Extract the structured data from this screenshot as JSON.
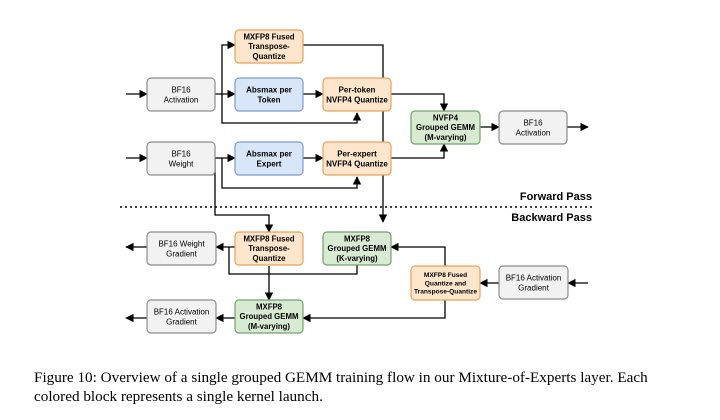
{
  "colors": {
    "orange_fill": "#fde6cc",
    "orange_stroke": "#e8a25a",
    "blue_fill": "#d7e6f8",
    "blue_stroke": "#7d9dcc",
    "green_fill": "#d9ead3",
    "green_stroke": "#6fa36a",
    "gray_fill": "#f2f2f2",
    "gray_stroke": "#8c8c8c",
    "line": "#000000"
  },
  "labels": {
    "forward": "Forward Pass",
    "backward": "Backward Pass"
  },
  "caption": "Figure 10: Overview of a single grouped GEMM training flow in our Mixture-of-Experts layer. Each colored block represents a single kernel launch.",
  "nodes": [
    {
      "id": "bf16-activation-in",
      "color": "gray",
      "lines": [
        "BF16",
        "Activation"
      ]
    },
    {
      "id": "mxfp8-fused-tq-fwd",
      "color": "orange",
      "lines": [
        "MXFP8 Fused",
        "Transpose-",
        "Quantize"
      ]
    },
    {
      "id": "absmax-token",
      "color": "blue",
      "lines": [
        "Absmax per",
        "Token"
      ]
    },
    {
      "id": "per-token-nvfp4",
      "color": "orange",
      "lines": [
        "Per-token",
        "NVFP4 Quantize"
      ]
    },
    {
      "id": "nvfp4-grouped-gemm",
      "color": "green",
      "lines": [
        "NVFP4",
        "Grouped GEMM",
        "(M-varying)"
      ]
    },
    {
      "id": "bf16-activation-out",
      "color": "gray",
      "lines": [
        "BF16",
        "Activation"
      ]
    },
    {
      "id": "bf16-weight",
      "color": "gray",
      "lines": [
        "BF16",
        "Weight"
      ]
    },
    {
      "id": "absmax-expert",
      "color": "blue",
      "lines": [
        "Absmax per",
        "Expert"
      ]
    },
    {
      "id": "per-expert-nvfp4",
      "color": "orange",
      "lines": [
        "Per-expert",
        "NVFP4 Quantize"
      ]
    },
    {
      "id": "bf16-weight-gradient",
      "color": "gray",
      "lines": [
        "BF16 Weight",
        "Gradient"
      ]
    },
    {
      "id": "mxfp8-fused-tq-bwd",
      "color": "orange",
      "lines": [
        "MXFP8 Fused",
        "Transpose-",
        "Quantize"
      ]
    },
    {
      "id": "mxfp8-gemm-k",
      "color": "green",
      "lines": [
        "MXFP8",
        "Grouped GEMM",
        "(K-varying)"
      ]
    },
    {
      "id": "mxfp8-fused-qtq",
      "color": "orange",
      "lines": [
        "MXFP8 Fused",
        "Quantize and",
        "Transpose-Quantize"
      ]
    },
    {
      "id": "bf16-activation-gradient-in",
      "color": "gray",
      "lines": [
        "BF16 Activation",
        "Gradient"
      ]
    },
    {
      "id": "bf16-activation-gradient-out",
      "color": "gray",
      "lines": [
        "BF16 Activation",
        "Gradient"
      ]
    },
    {
      "id": "mxfp8-gemm-m",
      "color": "green",
      "lines": [
        "MXFP8",
        "Grouped GEMM",
        "(M-varying)"
      ]
    }
  ]
}
